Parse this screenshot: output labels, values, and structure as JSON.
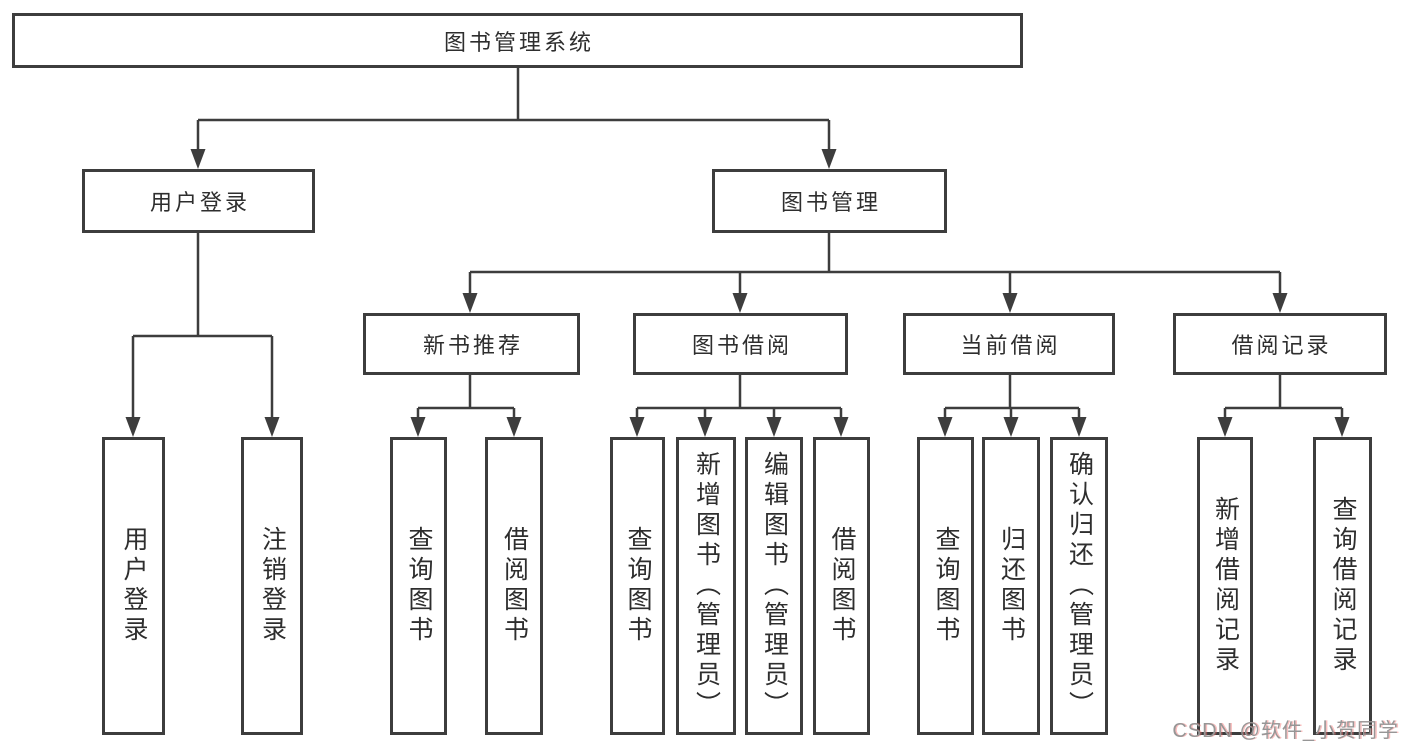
{
  "tree": {
    "label": "图书管理系统",
    "children": [
      {
        "label": "用户登录",
        "children": [
          {
            "label": "用户登录"
          },
          {
            "label": "注销登录"
          }
        ]
      },
      {
        "label": "图书管理",
        "children": [
          {
            "label": "新书推荐",
            "children": [
              {
                "label": "查询图书"
              },
              {
                "label": "借阅图书"
              }
            ]
          },
          {
            "label": "图书借阅",
            "children": [
              {
                "label": "查询图书"
              },
              {
                "label": "新增图书（管理员）"
              },
              {
                "label": "编辑图书（管理员）"
              },
              {
                "label": "借阅图书"
              }
            ]
          },
          {
            "label": "当前借阅",
            "children": [
              {
                "label": "查询图书"
              },
              {
                "label": "归还图书"
              },
              {
                "label": "确认归还（管理员）"
              }
            ]
          },
          {
            "label": "借阅记录",
            "children": [
              {
                "label": "新增借阅记录"
              },
              {
                "label": "查询借阅记录"
              }
            ]
          }
        ]
      }
    ]
  },
  "watermark": {
    "text": "CSDN @软件_小贺同学"
  },
  "colors": {
    "line": "#3d3d3d",
    "text": "#2e2e2e",
    "background": "#ffffff",
    "watermark": "#969696"
  }
}
